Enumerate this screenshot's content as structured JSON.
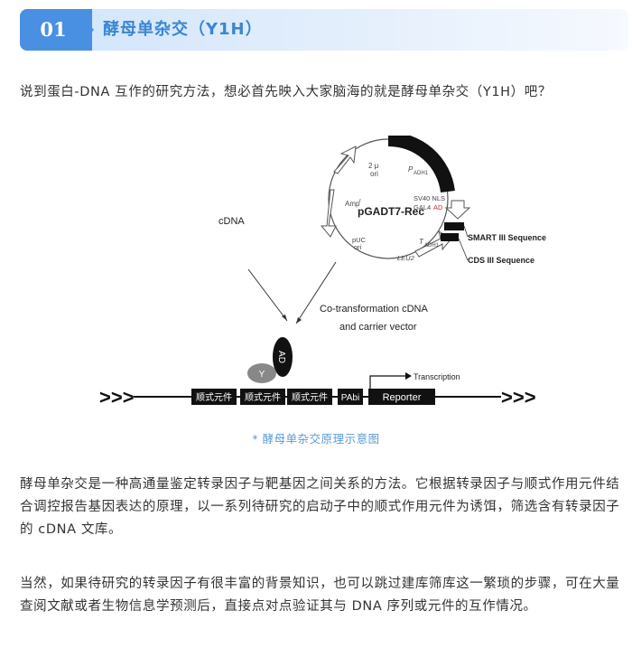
{
  "section": {
    "number": "01",
    "title": "酵母单杂交（Y1H）"
  },
  "intro": "说到蛋白-DNA 互作的研究方法，想必首先映入大家脑海的就是酵母单杂交（Y1H）吧？",
  "diagram": {
    "plasmid_name": "pGADT7-Rec",
    "labels": {
      "two_u_ori": "2 μ",
      "two_u_ori2": "ori",
      "p_adh1": "P",
      "p_adh1_sub": "ADH1",
      "sv40": "SV40 NLS",
      "gal4": "GAL4",
      "ad_red": "AD",
      "amp": "Amp",
      "amp_sup": "r",
      "puc": "pUC",
      "puc_ori": "ori",
      "leu2": "LEU2",
      "t_adh1": "T",
      "t_adh1_sub": "ADH1",
      "smart": "SMART III Sequence",
      "cds": "CDS III Sequence"
    },
    "cdna_label": "cDNA",
    "cotransform_line1": "Co-transformation cDNA",
    "cotransform_line2": "and carrier vector",
    "ad_label": "AD",
    "y_label": "Y",
    "elements": [
      "顺式元件",
      "顺式元件",
      "顺式元件"
    ],
    "pabi": "PAbi",
    "reporter": "Reporter",
    "transcription": "Transcription",
    "arrows_left": ">>>",
    "arrows_right": ">>>"
  },
  "caption": "* 酵母单杂交原理示意图",
  "para1": "酵母单杂交是一种高通量鉴定转录因子与靶基因之间关系的方法。它根据转录因子与顺式作用元件结合调控报告基因表达的原理，以一系列待研究的启动子中的顺式作用元件为诱饵，筛选含有转录因子的 cDNA 文库。",
  "para2": "当然，如果待研究的转录因子有很丰富的背景知识，也可以跳过建库筛库这一繁琐的步骤，可在大量查阅文献或者生物信息学预测后，直接点对点验证其与 DNA 序列或元件的互作情况。",
  "colors": {
    "accent": "#4a90e2",
    "caption": "#5b9bd5",
    "ad_red": "#d6262f"
  }
}
